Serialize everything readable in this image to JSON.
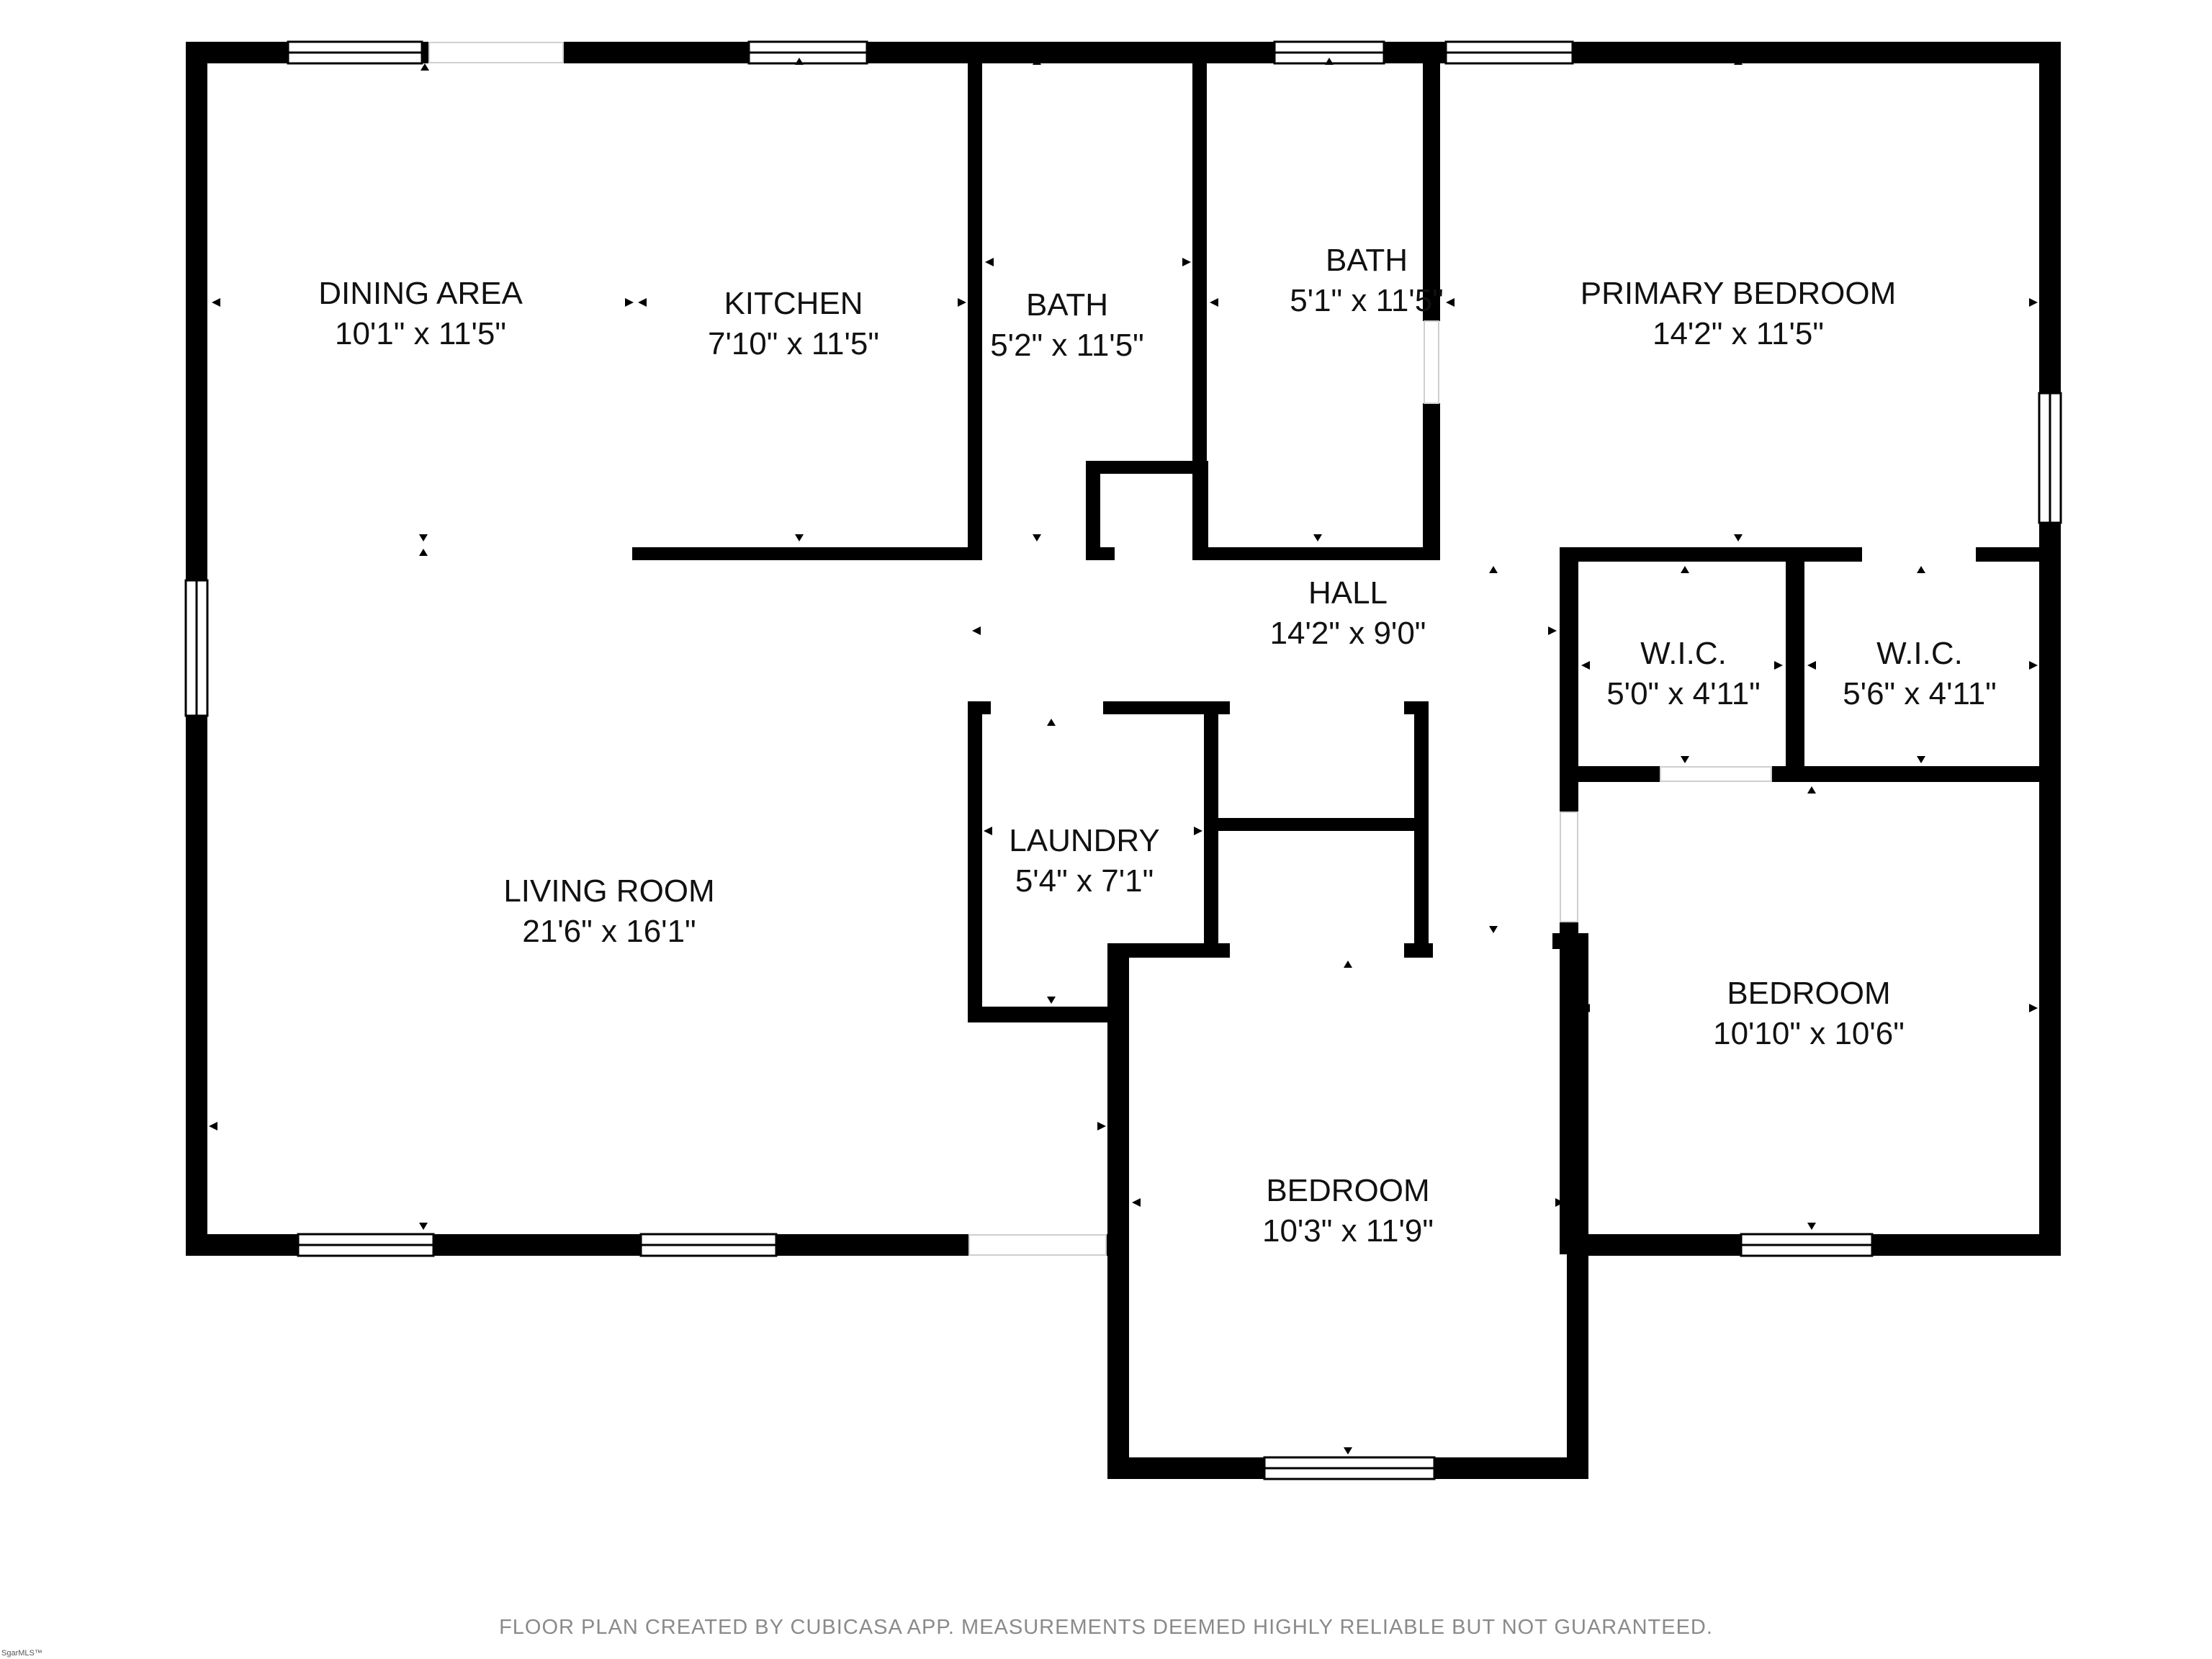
{
  "rooms": {
    "dining": {
      "name": "DINING AREA",
      "dim": "10'1\" x 11'5\""
    },
    "kitchen": {
      "name": "KITCHEN",
      "dim": "7'10\" x 11'5\""
    },
    "bath1": {
      "name": "BATH",
      "dim": "5'2\" x 11'5\""
    },
    "bath2": {
      "name": "BATH",
      "dim": "5'1\" x 11'5\""
    },
    "primary": {
      "name": "PRIMARY BEDROOM",
      "dim": "14'2\" x 11'5\""
    },
    "hall": {
      "name": "HALL",
      "dim": "14'2\" x 9'0\""
    },
    "wic1": {
      "name": "W.I.C.",
      "dim": "5'0\" x 4'11\""
    },
    "wic2": {
      "name": "W.I.C.",
      "dim": "5'6\" x 4'11\""
    },
    "laundry": {
      "name": "LAUNDRY",
      "dim": "5'4\" x 7'1\""
    },
    "living": {
      "name": "LIVING ROOM",
      "dim": "21'6\" x 16'1\""
    },
    "bedroom_right": {
      "name": "BEDROOM",
      "dim": "10'10\" x 10'6\""
    },
    "bedroom_bottom": {
      "name": "BEDROOM",
      "dim": "10'3\" x 11'9\""
    }
  },
  "footer": {
    "disclaimer": "FLOOR PLAN CREATED BY CUBICASA APP. MEASUREMENTS DEEMED HIGHLY RELIABLE BUT NOT GUARANTEED.",
    "mls_mark": "SgarMLS™"
  },
  "colors": {
    "wall": "#000000",
    "background": "#ffffff",
    "disclaimer": "#8a8a8a"
  }
}
